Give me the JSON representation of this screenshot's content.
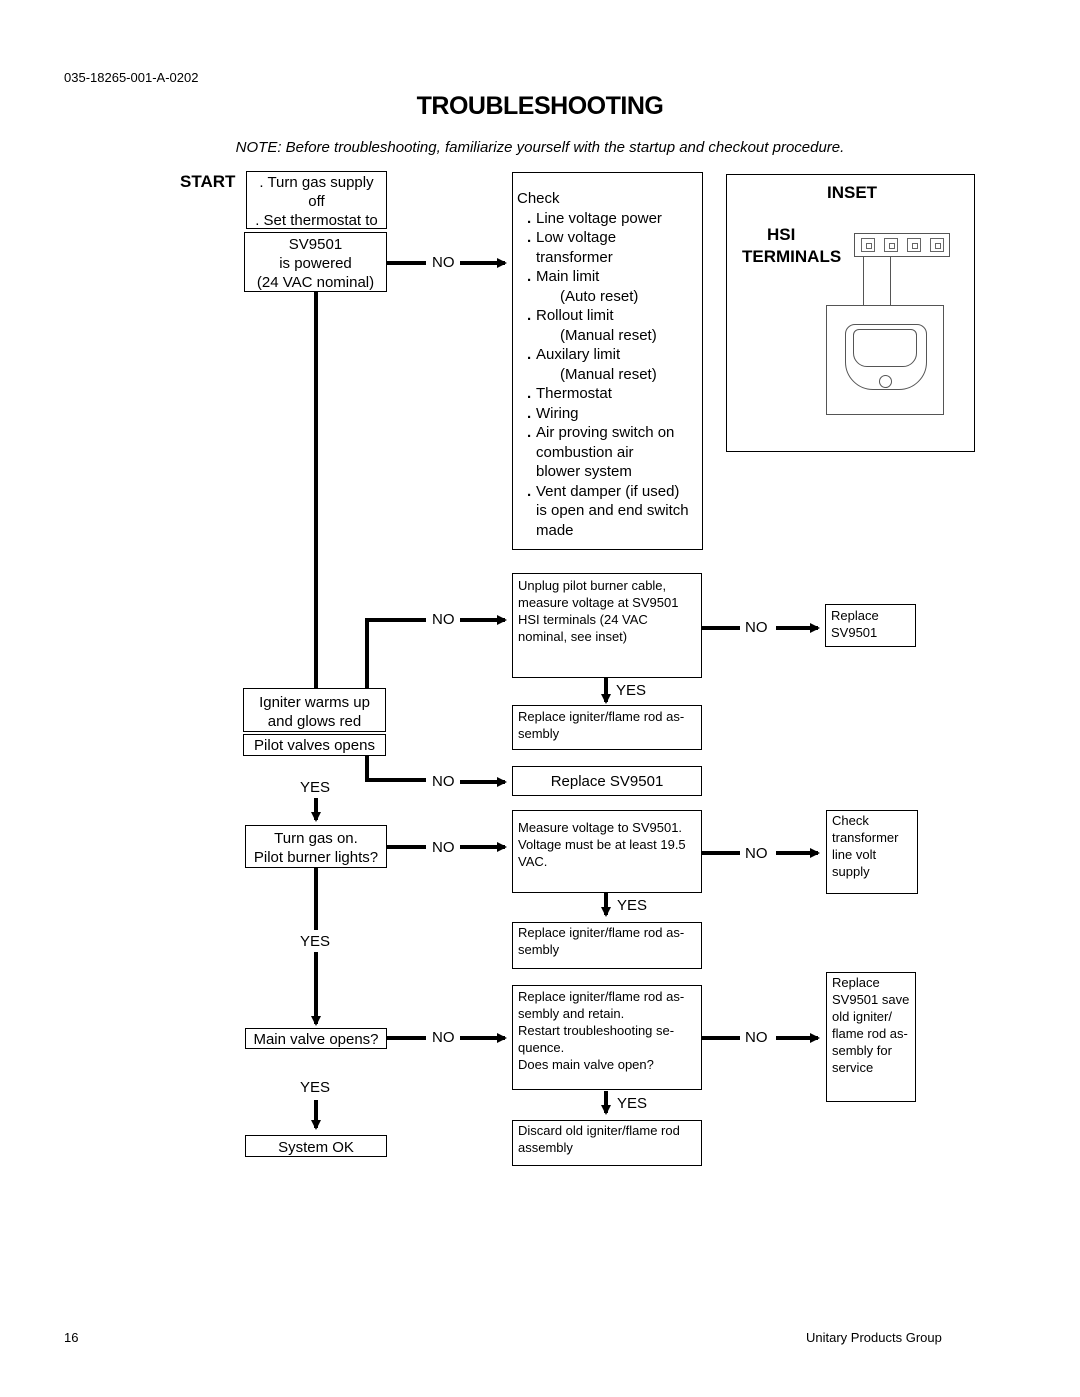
{
  "header": {
    "doc_number": "035-18265-001-A-0202"
  },
  "title": "TROUBLESHOOTING",
  "note": "NOTE:  Before troubleshooting, familiarize yourself with the startup and checkout procedure.",
  "start_label": "START",
  "flow": {
    "start_box": [
      ". Turn gas supply",
      "off",
      ". Set thermostat to"
    ],
    "sv_powered": [
      "SV9501",
      "is powered",
      "(24 VAC nominal)"
    ],
    "check_box": {
      "heading": "Check",
      "lines": [
        {
          "t": "Line voltage power",
          "b": true
        },
        {
          "t": "Low voltage",
          "b": true
        },
        {
          "t": "transformer",
          "b": false,
          "i": 1
        },
        {
          "t": "Main limit",
          "b": true
        },
        {
          "t": "(Auto reset)",
          "b": false,
          "i": 2
        },
        {
          "t": "Rollout limit",
          "b": true
        },
        {
          "t": "(Manual reset)",
          "b": false,
          "i": 2
        },
        {
          "t": "Auxilary limit",
          "b": true
        },
        {
          "t": "(Manual reset)",
          "b": false,
          "i": 2
        },
        {
          "t": "Thermostat",
          "b": true
        },
        {
          "t": "Wiring",
          "b": true
        },
        {
          "t": "Air proving switch on",
          "b": true
        },
        {
          "t": "combustion air",
          "b": false,
          "i": 1
        },
        {
          "t": "blower system",
          "b": false,
          "i": 1
        },
        {
          "t": "Vent damper (if used)",
          "b": true
        },
        {
          "t": "is open and end switch",
          "b": false,
          "i": 1
        },
        {
          "t": "made",
          "b": false,
          "i": 1
        }
      ]
    },
    "unplug_box": "Unplug pilot burner cable, measure voltage at SV9501 HSI terminals (24 VAC nominal, see inset)",
    "replace_sv_small": "Replace SV9501",
    "replace_igniter_1": "Replace igniter/flame rod as-sembly",
    "igniter_box": [
      "Igniter warms up",
      "and glows red"
    ],
    "pilot_valves": "Pilot valves opens",
    "replace_sv_mid": "Replace SV9501",
    "turn_gas_on": [
      "Turn gas on.",
      "Pilot burner lights?"
    ],
    "measure_box": "Measure voltage to SV9501. Voltage must be at least 19.5 VAC.",
    "check_transformer": "Check transformer line volt supply",
    "replace_igniter_2": "Replace igniter/flame rod as-sembly",
    "main_valve": "Main valve opens?",
    "retain_box": [
      "Replace igniter/flame rod as-sembly and retain.",
      "Restart troubleshooting se-quence.",
      "Does main valve open?"
    ],
    "replace_save": "Replace SV9501 save old igniter/ flame rod as-sembly for service",
    "system_ok": "System OK",
    "discard_box": "Discard old igniter/flame rod assembly",
    "no": "NO",
    "yes": "YES"
  },
  "inset": {
    "title": "INSET",
    "hsi": "HSI",
    "terminals": "TERMINALS"
  },
  "footer": {
    "page": "16",
    "company": "Unitary Products Group"
  }
}
